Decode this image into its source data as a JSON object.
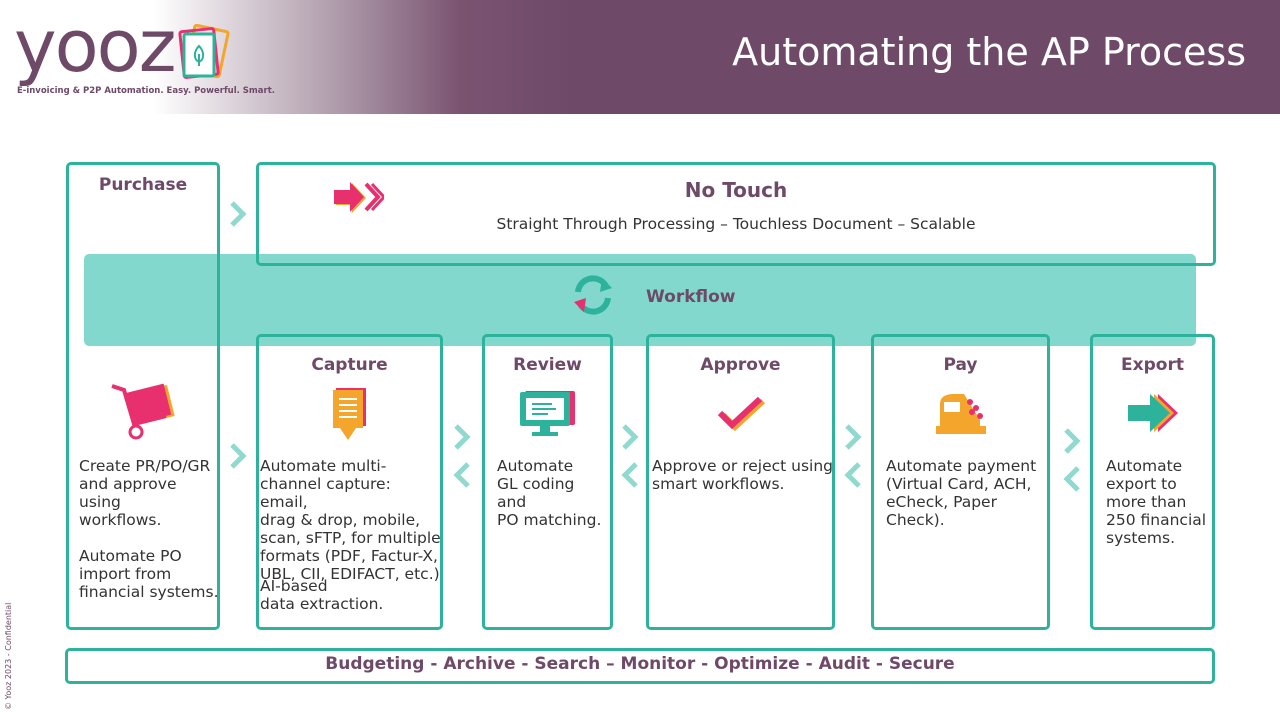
{
  "header": {
    "logo_text": "yooz",
    "tagline": "E-invoicing & P2P Automation. Easy. Powerful. Smart.",
    "title": "Automating the AP Process"
  },
  "no_touch": {
    "title": "No Touch",
    "subtitle": "Straight Through Processing – Touchless Document – Scalable",
    "icon": "double-arrow-icon"
  },
  "workflow": {
    "label": "Workflow",
    "icon": "sync-icon"
  },
  "columns": [
    {
      "title": "Purchase",
      "icon": "cart-icon",
      "text": "Create PR/PO/GR\nand approve\nusing\nworkflows.",
      "text2": "Automate PO\nimport from\nfinancial systems."
    },
    {
      "title": "Capture",
      "icon": "document-download-icon",
      "text": "Automate multi-\nchannel capture: email,\ndrag & drop, mobile,\nscan, sFTP, for multiple\nformats (PDF, Factur-X,\nUBL, CII, EDIFACT, etc.)",
      "text2": "AI-based\ndata extraction."
    },
    {
      "title": "Review",
      "icon": "monitor-icon",
      "text": "Automate\nGL coding\nand\nPO matching."
    },
    {
      "title": "Approve",
      "icon": "checkmark-icon",
      "text": "Approve or reject using\nsmart workflows."
    },
    {
      "title": "Pay",
      "icon": "cash-register-icon",
      "text": "Automate payment\n(Virtual Card, ACH,\neCheck, Paper\nCheck)."
    },
    {
      "title": "Export",
      "icon": "export-arrow-icon",
      "text": "Automate\nexport to\nmore than\n250 financial\nsystems."
    }
  ],
  "footer": "Budgeting - Archive - Search – Monitor - Optimize - Audit - Secure",
  "copyright": "© Yooz 2023 - Confidential",
  "colors": {
    "brand": "#6e4a68",
    "teal": "#2db39b",
    "band": "#82d8cd",
    "chevron": "#8fd9cf"
  }
}
